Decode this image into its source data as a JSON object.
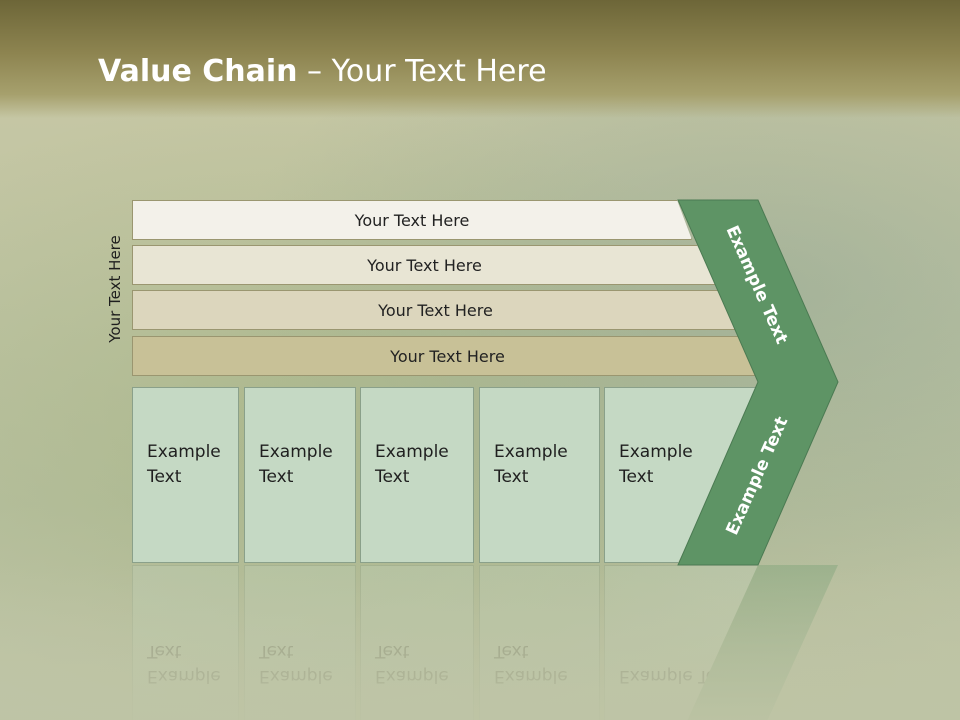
{
  "header": {
    "title_bold": "Value Chain",
    "title_rest": " – Your Text Here"
  },
  "side_label": "Your Text Here",
  "bands": [
    {
      "label": "Your Text Here",
      "color": "#f3f1ea"
    },
    {
      "label": "Your Text Here",
      "color": "#e8e5d4"
    },
    {
      "label": "Your Text Here",
      "color": "#dcd6bd"
    },
    {
      "label": "Your Text Here",
      "color": "#c8c197"
    }
  ],
  "columns": [
    {
      "label": "Example Text"
    },
    {
      "label": "Example Text"
    },
    {
      "label": "Example Text"
    },
    {
      "label": "Example Text"
    },
    {
      "label": "Example Text"
    }
  ],
  "chevron": {
    "upper_label": "Example Text",
    "lower_label": "Example Text",
    "color": "#5e9465"
  }
}
